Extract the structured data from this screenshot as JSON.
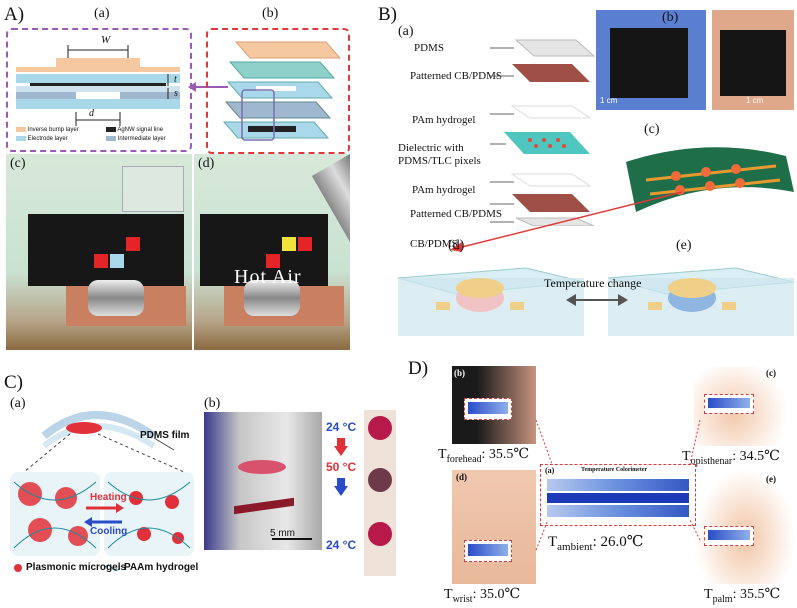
{
  "panels": {
    "A": {
      "label": "A)",
      "sub_a": "(a)",
      "sub_b": "(b)",
      "sub_c": "(c)",
      "sub_d": "(d)",
      "dim_w": "W",
      "dim_t": "t",
      "dim_s": "s",
      "dim_d": "d",
      "legend": [
        {
          "text": "Inverse bump layer",
          "color": "#f5c8a0"
        },
        {
          "text": "AgNW signal line",
          "color": "#222222"
        },
        {
          "text": "Electrode layer",
          "color": "#a8d8ea"
        },
        {
          "text": "Intermediate layer",
          "color": "#9fb8d0"
        }
      ],
      "hot_air": "Hot Air"
    },
    "B": {
      "label": "B)",
      "sub_a": "(a)",
      "sub_b": "(b)",
      "sub_c": "(c)",
      "sub_d": "(d)",
      "sub_e": "(e)",
      "layers": [
        "PDMS",
        "Patterned CB/PDMS",
        "PAm hydrogel",
        "Dielectric with PDMS/TLC pixels",
        "PAm hydrogel",
        "Patterned CB/PDMS",
        "CB/PDMS"
      ],
      "scale1": "1 cm",
      "scale2": "1 cm",
      "temp_change": "Temperature change"
    },
    "C": {
      "label": "C)",
      "sub_a": "(a)",
      "sub_b": "(b)",
      "pdms_film": "PDMS film",
      "heating": "Heating",
      "cooling": "Cooling",
      "legend1": "Plasmonic microgels",
      "legend2": "PAAm hydrogel",
      "scale": "5 mm",
      "temps": [
        "24 °C",
        "50 °C",
        "24 °C"
      ]
    },
    "D": {
      "label": "D)",
      "sub_a": "(a)",
      "sub_b": "(b)",
      "sub_c": "(c)",
      "sub_d": "(d)",
      "sub_e": "(e)",
      "colorimeter_title": "Temperature Colorimeter",
      "t_forehead_sym": "T",
      "t_forehead_sub": "forehead",
      "t_forehead_val": ": 35.5℃",
      "t_opisthenar_sym": "T",
      "t_opisthenar_sub": "opisthenar",
      "t_opisthenar_val": ": 34.5℃",
      "t_ambient_sym": "T",
      "t_ambient_sub": "ambient",
      "t_ambient_val": ": 26.0℃",
      "t_wrist_sym": "T",
      "t_wrist_sub": "wrist",
      "t_wrist_val": ": 35.0℃",
      "t_palm_sym": "T",
      "t_palm_sub": "palm",
      "t_palm_val": ": 35.5℃"
    }
  }
}
